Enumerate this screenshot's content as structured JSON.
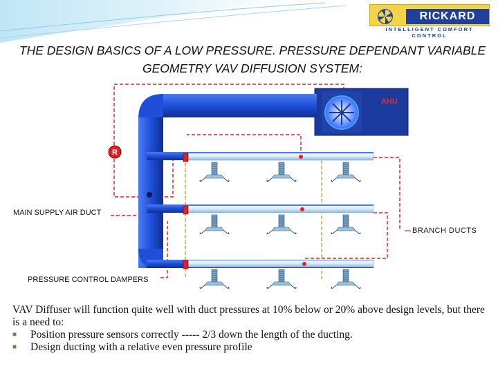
{
  "header": {
    "logo": {
      "brand": "RICKARD",
      "tagline": "INTELLIGENT COMFORT CONTROL",
      "icon": "fan-logo-icon"
    },
    "title_line1": "THE DESIGN BASICS OF A LOW PRESSURE. PRESSURE DEPENDANT VARIABLE",
    "title_line2": "GEOMETRY VAV DIFFUSION SYSTEM:"
  },
  "diagram": {
    "ahu_label": "AHU",
    "r_label": "R",
    "main_duct_label": "MAIN SUPPLY AIR DUCT",
    "branch_label": "BRANCH DUCTS",
    "dampers_label": "PRESSURE CONTROL DAMPERS",
    "colors": {
      "duct": "#1d4fd8",
      "duct_dark": "#0f2f8f",
      "branch": "#cfe6f5",
      "control_line": "#d62020",
      "sensor_line": "#d49a2a",
      "ahu_bg": "#1a3a9e"
    }
  },
  "body": {
    "intro": "VAV Diffuser will function quite well with duct pressures at 10% below or 20% above design levels, but there is a need to:",
    "bullets": [
      "Position pressure sensors correctly  ----- 2/3 down the length of the ducting.",
      "Design ducting with a relative even pressure profile"
    ]
  }
}
